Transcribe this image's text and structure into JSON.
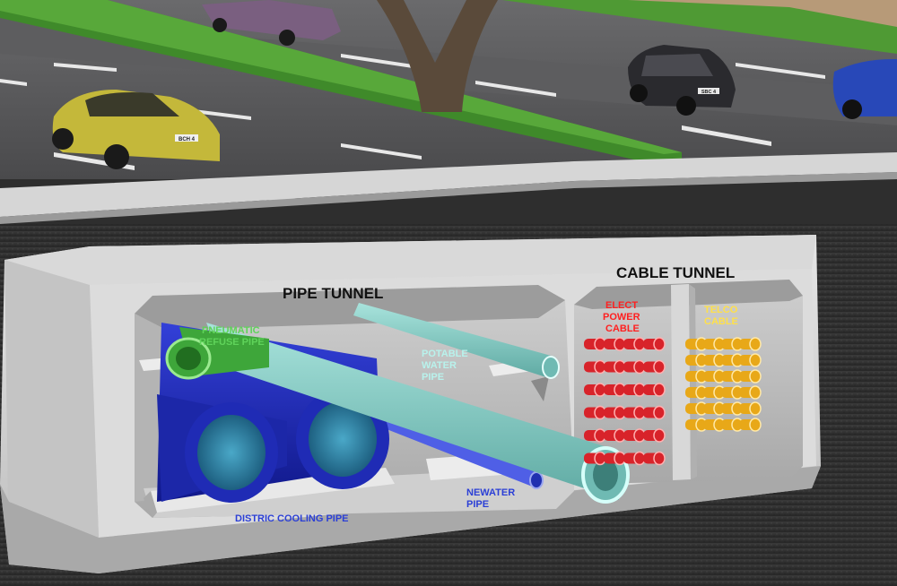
{
  "labels": {
    "pipe_tunnel": "PIPE TUNNEL",
    "cable_tunnel": "CABLE TUNNEL",
    "pneumatic": [
      "PNEUMATIC",
      "REFUSE PIPE"
    ],
    "potable": [
      "POTABLE",
      "WATER",
      "PIPE"
    ],
    "newater": [
      "NEWATER",
      "PIPE"
    ],
    "district_cooling": "DISTRIC COOLING PIPE",
    "elect": [
      "ELECT",
      "POWER",
      "CABLE"
    ],
    "telco": [
      "TELCO",
      "CABLE"
    ],
    "plate_left": "BCH 4",
    "plate_right": "SBC 4"
  },
  "colors": {
    "pipe_tunnel_label": "#111111",
    "cable_tunnel_label": "#111111",
    "pneumatic_label": "#5fd35a",
    "potable_label": "#b8f2ec",
    "newater_label": "#2b3fd6",
    "district_cooling_label": "#2b3fd6",
    "elect_label": "#ff2020",
    "telco_label": "#ffe04a",
    "district_pipe": "#1f2bb5",
    "potable_pipe": "#7fc9c2",
    "pneumatic_pipe": "#3ea63a",
    "power_cable": "#d8232a",
    "telco_cable": "#e8a818"
  },
  "cables": {
    "power_rows": 6,
    "power_cols": 4,
    "telco_rows": 6,
    "telco_cols": 4
  }
}
